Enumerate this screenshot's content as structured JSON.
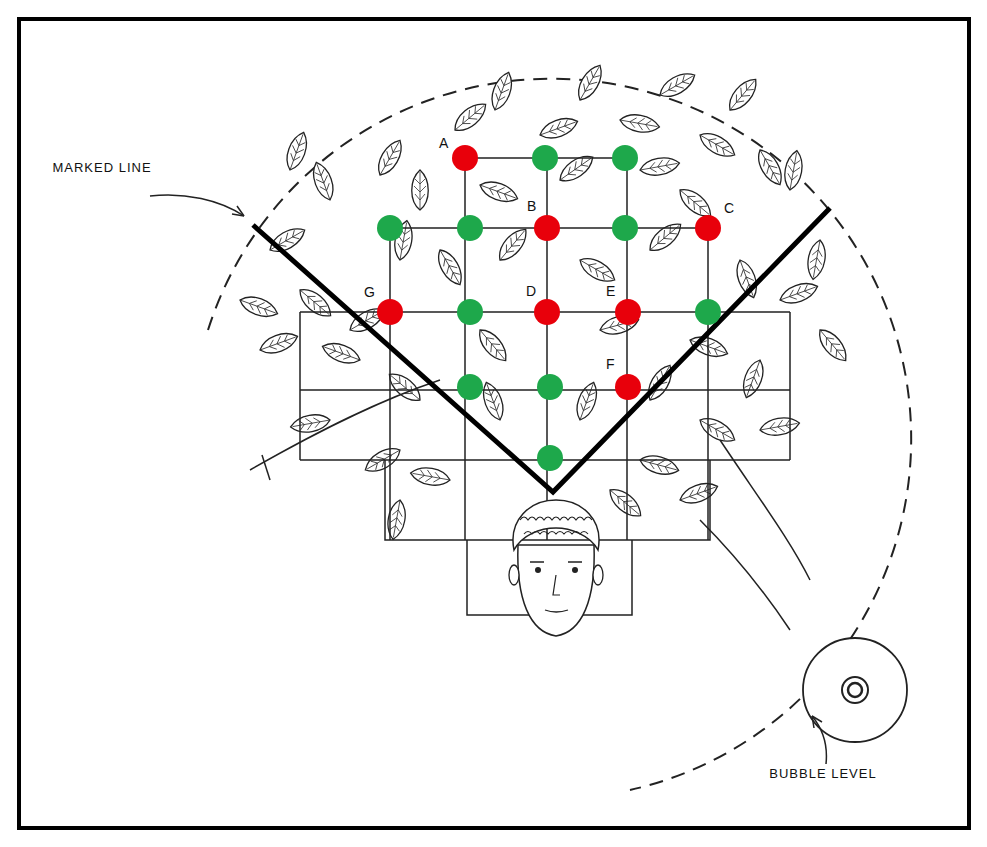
{
  "diagram": {
    "labels": [
      "MARKED LINE",
      "BUBBLE LEVEL",
      "A",
      "B",
      "C",
      "G",
      "D",
      "E",
      "F"
    ]
  }
}
